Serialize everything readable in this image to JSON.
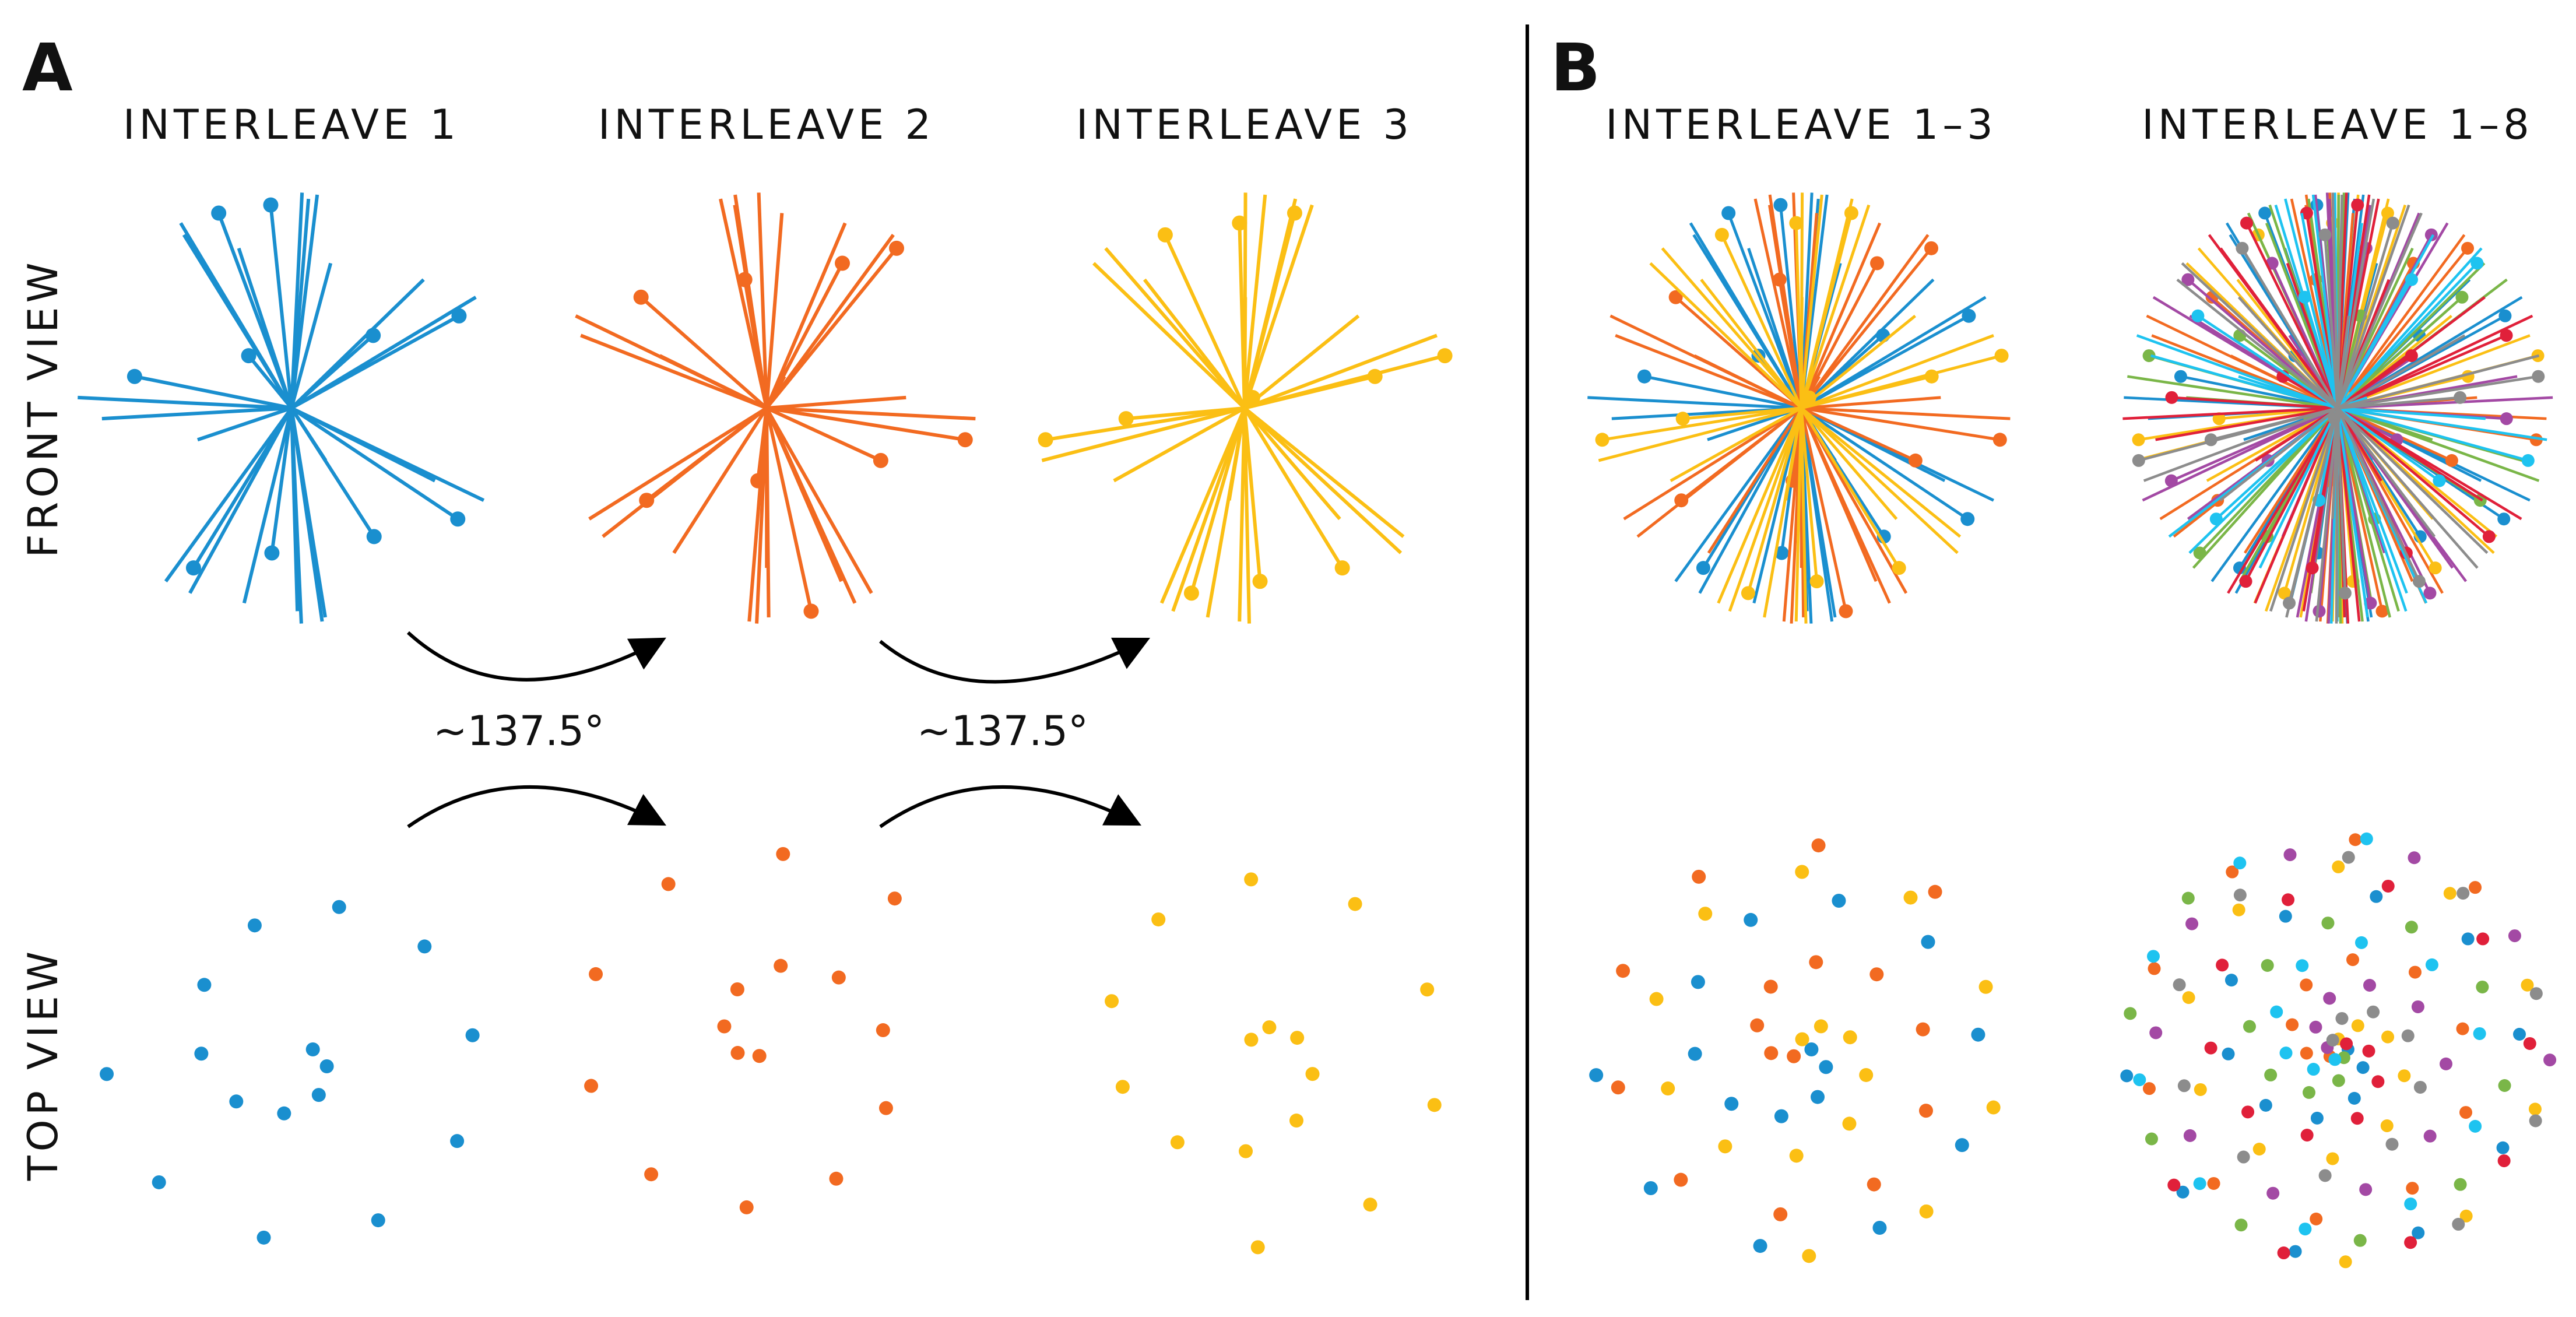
{
  "panels": {
    "a": "A",
    "b": "B"
  },
  "columns": {
    "i1": "INTERLEAVE 1",
    "i2": "INTERLEAVE 2",
    "i3": "INTERLEAVE 3",
    "i13": "INTERLEAVE 1–3",
    "i18": "INTERLEAVE 1–8"
  },
  "rows": {
    "front": "FRONT VIEW",
    "top": "TOP VIEW"
  },
  "rotation": {
    "label1": "~137.5°",
    "label2": "~137.5°"
  },
  "colors": {
    "interleave1": "#1a8fcf",
    "interleave2": "#f26a21",
    "interleave3": "#fbbf14",
    "interleave4": "#7ab648",
    "interleave5": "#a349a4",
    "interleave6": "#e0203a",
    "interleave7": "#1ec3f0",
    "interleave8": "#8c8c8c",
    "arrow": "#000000",
    "divider": "#000000"
  },
  "spokes_per_interleave": 32,
  "interleaves_in_full_set": 8
}
